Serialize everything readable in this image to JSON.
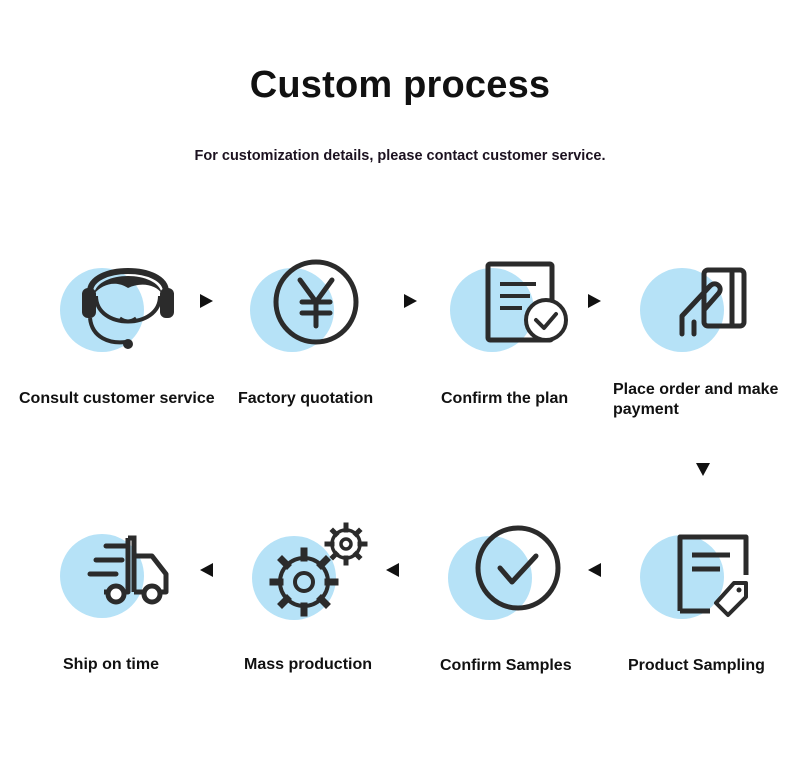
{
  "header": {
    "title": "Custom process",
    "subtitle": "For customization details, please contact customer service."
  },
  "colors": {
    "circle": "#b6e2f7",
    "stroke": "#2b2b2b"
  },
  "steps": [
    {
      "label": "Consult customer service",
      "icon": "headset-icon"
    },
    {
      "label": "Factory quotation",
      "icon": "yen-coin-icon"
    },
    {
      "label": "Confirm the plan",
      "icon": "document-check-icon"
    },
    {
      "label": "Place order and make payment",
      "icon": "card-payment-icon"
    },
    {
      "label": "Product Sampling",
      "icon": "document-tag-icon"
    },
    {
      "label": "Confirm Samples",
      "icon": "check-circle-icon"
    },
    {
      "label": "Mass production",
      "icon": "gears-icon"
    },
    {
      "label": "Ship on time",
      "icon": "delivery-truck-icon"
    }
  ]
}
